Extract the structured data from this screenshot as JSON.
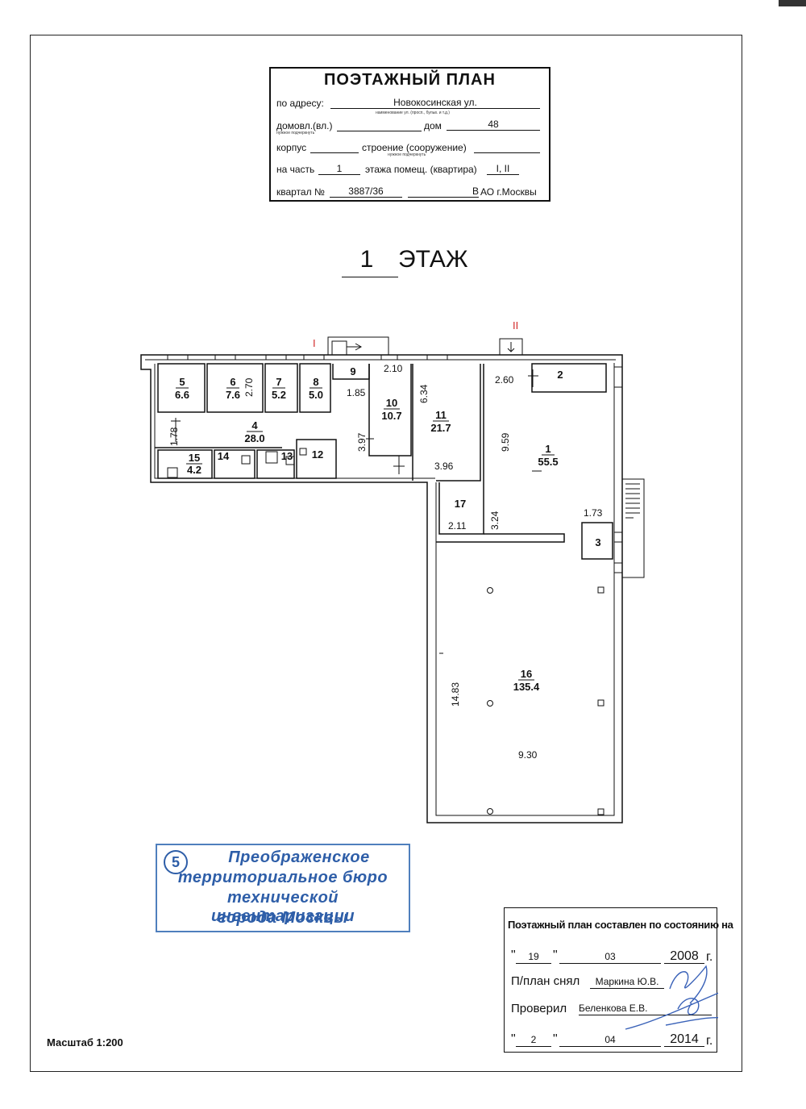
{
  "header": {
    "title": "ПОЭТАЖНЫЙ ПЛАН",
    "address_label": "по адресу:",
    "address_value": "Новокосинская ул.",
    "address_note": "наименование ул. (просп., бульв. и т.д.)",
    "domovl_label": "домовл.(вл.)",
    "domovl_note": "нужное подчеркнуть",
    "dom_label": "дом",
    "dom_value": "48",
    "korpus_label": "корпус",
    "stroenie_label": "строение (сооружение)",
    "stroenie_note": "нужное подчеркнуть",
    "na_chast_label": "на часть",
    "na_chast_value": "1",
    "etazha_label": "этажа помещ. (квартира)",
    "etazha_value": "I, II",
    "kvartal_label": "квартал №",
    "kvartal_value": "3887/36",
    "okrug_value": "В",
    "okrug_suffix": "АО г.Москвы"
  },
  "floor": {
    "number": "1",
    "label": "ЭТАЖ"
  },
  "entrances": {
    "entrance_1": "I",
    "entrance_2": "II"
  },
  "rooms": {
    "r1": {
      "num": "1",
      "area": "55.5"
    },
    "r2": {
      "num": "2"
    },
    "r3": {
      "num": "3"
    },
    "r4": {
      "num": "4",
      "area": "28.0"
    },
    "r5": {
      "num": "5",
      "area": "6.6"
    },
    "r6": {
      "num": "6",
      "area": "7.6"
    },
    "r7": {
      "num": "7",
      "area": "5.2"
    },
    "r8": {
      "num": "8",
      "area": "5.0"
    },
    "r9": {
      "num": "9"
    },
    "r10": {
      "num": "10",
      "area": "10.7"
    },
    "r11": {
      "num": "11",
      "area": "21.7"
    },
    "r12": {
      "num": "12"
    },
    "r13": {
      "num": "13"
    },
    "r14": {
      "num": "14"
    },
    "r15": {
      "num": "15",
      "area": "4.2"
    },
    "r16": {
      "num": "16",
      "area": "135.4"
    },
    "r17": {
      "num": "17"
    }
  },
  "dimensions": {
    "d_210": "2.10",
    "d_185": "1.85",
    "d_270": "2.70",
    "d_634": "6.34",
    "d_178": "1.78",
    "d_397": "3.97",
    "d_396": "3.96",
    "d_260": "2.60",
    "d_959": "9.59",
    "d_324": "3.24",
    "d_211": "2.11",
    "d_173": "1.73",
    "d_1483": "14.83",
    "d_930": "9.30"
  },
  "stamp": {
    "number": "5",
    "line1": "Преображенское",
    "line2": "территориальное бюро",
    "line3": "технической инвентаризации",
    "line4": "города Москвы"
  },
  "scale": "Масштаб 1:200",
  "certification": {
    "heading": "Поэтажный план составлен по состоянию на",
    "date1_day": "19",
    "date1_month": "03",
    "date1_year": "2008",
    "year_suffix": "г.",
    "surveyed_label": "П/план снял",
    "surveyed_by": "Маркина Ю.В.",
    "checked_label": "Проверил",
    "checked_by": "Беленкова Е.В.",
    "date2_day": "2",
    "date2_month": "04",
    "date2_year": "2014",
    "quote": "\""
  },
  "colors": {
    "ink": "#111111",
    "stamp_blue": "#2e5ea8",
    "signature_blue": "#3a62b8",
    "entrance_red": "#d22a2a"
  }
}
